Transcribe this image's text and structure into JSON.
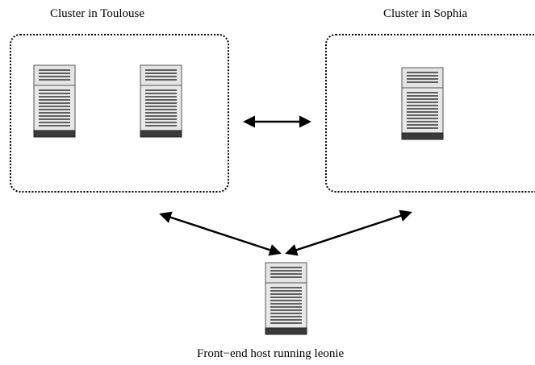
{
  "clusters": {
    "toulouse": {
      "label": "Cluster in Toulouse",
      "server_count": 2
    },
    "sophia": {
      "label": "Cluster in Sophia",
      "server_count": 1
    }
  },
  "frontend": {
    "label": "Front−end host running leonie"
  },
  "icons": {
    "server": "server-icon",
    "arrow": "double-headed-arrow"
  },
  "colors": {
    "server_body": "#c8c8c8",
    "server_base": "#3a3a3a",
    "server_panel": "#eeeeee",
    "line": "#000000"
  }
}
